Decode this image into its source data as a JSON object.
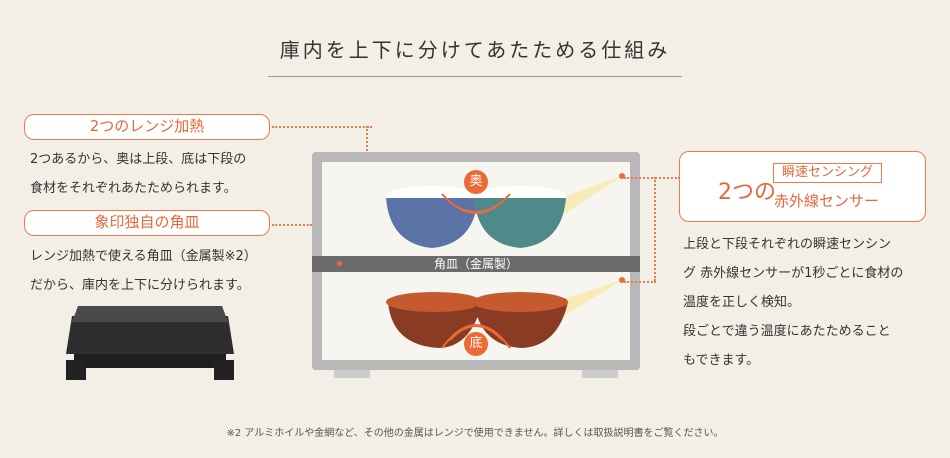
{
  "title": "庫内を上下に分けてあたためる仕組み",
  "left": {
    "feature1": {
      "label": "2つのレンジ加熱",
      "desc1": "2つあるから、奥は上段、底は下段の",
      "desc2": "食材をそれぞれあたためられます。"
    },
    "feature2": {
      "label": "象印独自の角皿",
      "desc1": "レンジ加熱で使える角皿（金属製※2）",
      "desc2": "だから、庫内を上下に分けられます。"
    }
  },
  "diagram": {
    "shelf_label": "角皿（金属製）",
    "top_badge": "奥",
    "bottom_badge": "底"
  },
  "right": {
    "prefix": "2つの",
    "tag": "瞬速センシング",
    "label": "赤外線センサー",
    "desc": [
      "上段と下段それぞれの瞬速センシン",
      "グ 赤外線センサーが1秒ごとに食材の",
      "温度を正しく検知。",
      "段ごとで違う温度にあたためること",
      "もできます。"
    ]
  },
  "footnote": "※2 アルミホイルや金網など、その他の金属はレンジで使用できません。詳しくは取扱説明書をご覧ください。",
  "colors": {
    "accent": "#ee7a4c",
    "background": "#f3efe6"
  }
}
